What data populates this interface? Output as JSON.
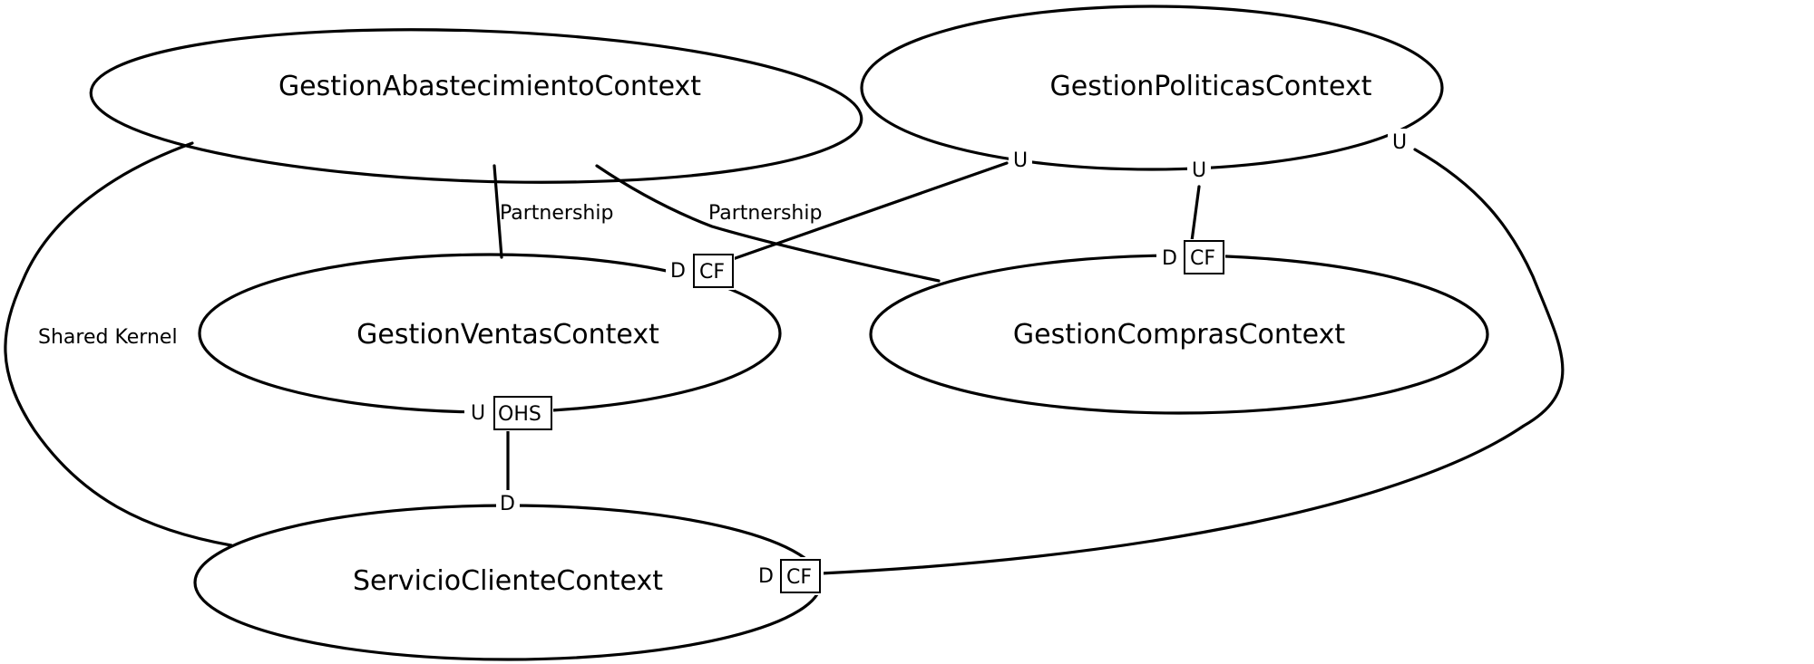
{
  "contexts": {
    "abastecimiento": "GestionAbastecimientoContext",
    "politicas": "GestionPoliticasContext",
    "ventas": "GestionVentasContext",
    "compras": "GestionComprasContext",
    "servicio": "ServicioClienteContext"
  },
  "relations": {
    "partnership_ventas": "Partnership",
    "partnership_compras": "Partnership",
    "shared_kernel": "Shared Kernel"
  },
  "roles": {
    "upstream": "U",
    "downstream": "D",
    "conformist": "CF",
    "open_host_service": "OHS"
  }
}
